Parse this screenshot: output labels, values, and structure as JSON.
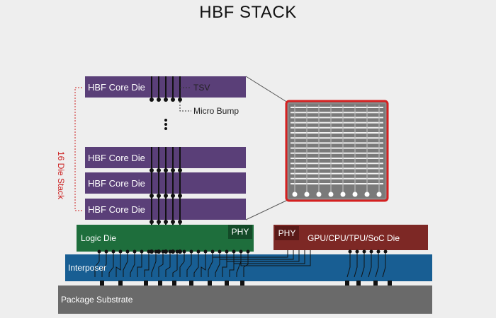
{
  "title": "HBF STACK",
  "core_die_label": "HBF Core Die",
  "core_dies": [
    "HBF Core Die",
    "HBF Core Die",
    "HBF Core Die",
    "HBF Core Die"
  ],
  "tsv_label": "TSV",
  "micro_bump_label": "Micro Bump",
  "stack_label": "16 Die Stack",
  "logic_die_label": "Logic Die",
  "phy_label": "PHY",
  "soc_die_label": "GPU/CPU/TPU/SoC Die",
  "interposer_label": "Interposer",
  "package_substrate_label": "Package Substrate",
  "colors": {
    "core_die": "#5a3f78",
    "logic_die": "#1e6e3c",
    "soc_die": "#7d2825",
    "interposer": "#185e93",
    "substrate": "#6a6a6a",
    "highlight": "#d42020"
  }
}
